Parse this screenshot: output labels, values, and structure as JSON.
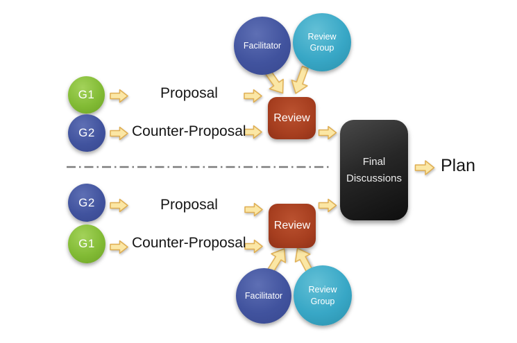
{
  "colors": {
    "green": "#7eb733",
    "blue": "#41539e",
    "teal": "#38a7c6",
    "brick": "#a9431f",
    "dark_box": "#1e1e1e",
    "arrow_fill": "#fbe7a5",
    "arrow_stroke": "#dfae52",
    "divider": "#7d7d7d",
    "text": "#151515"
  },
  "nodes": {
    "facilitator": {
      "label": "Facilitator"
    },
    "review_group": {
      "line1": "Review",
      "line2": "Group"
    },
    "review": {
      "label": "Review"
    },
    "final": {
      "line1": "Final",
      "line2": "Discussions"
    }
  },
  "flows": {
    "top": {
      "actor1": "G1",
      "msg1": "Proposal",
      "actor2": "G2",
      "msg2": "Counter-Proposal"
    },
    "bottom": {
      "actor1": "G2",
      "msg1": "Proposal",
      "actor2": "G1",
      "msg2": "Counter-Proposal"
    }
  },
  "output": {
    "label": "Plan"
  }
}
